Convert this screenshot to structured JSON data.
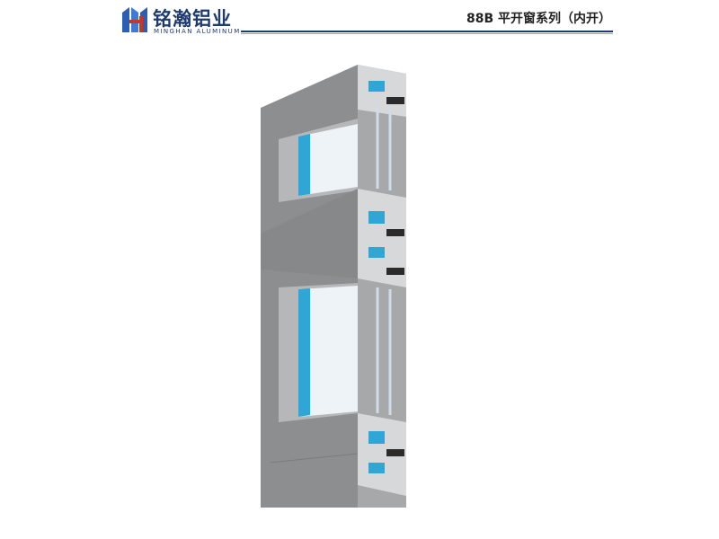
{
  "header": {
    "brand_cn": "铭瀚铝业",
    "brand_en": "MINGHAN ALUMINUM",
    "series_title": "88B 平开窗系列（内开）"
  },
  "logo": {
    "icon": "mh-logo-icon",
    "colors": [
      "#2b5fb5",
      "#c0392b"
    ]
  },
  "product": {
    "icon": "casement-window-profile-icon",
    "frame_color": "#8c8e90",
    "insulation_color": "#2fa6d6"
  }
}
